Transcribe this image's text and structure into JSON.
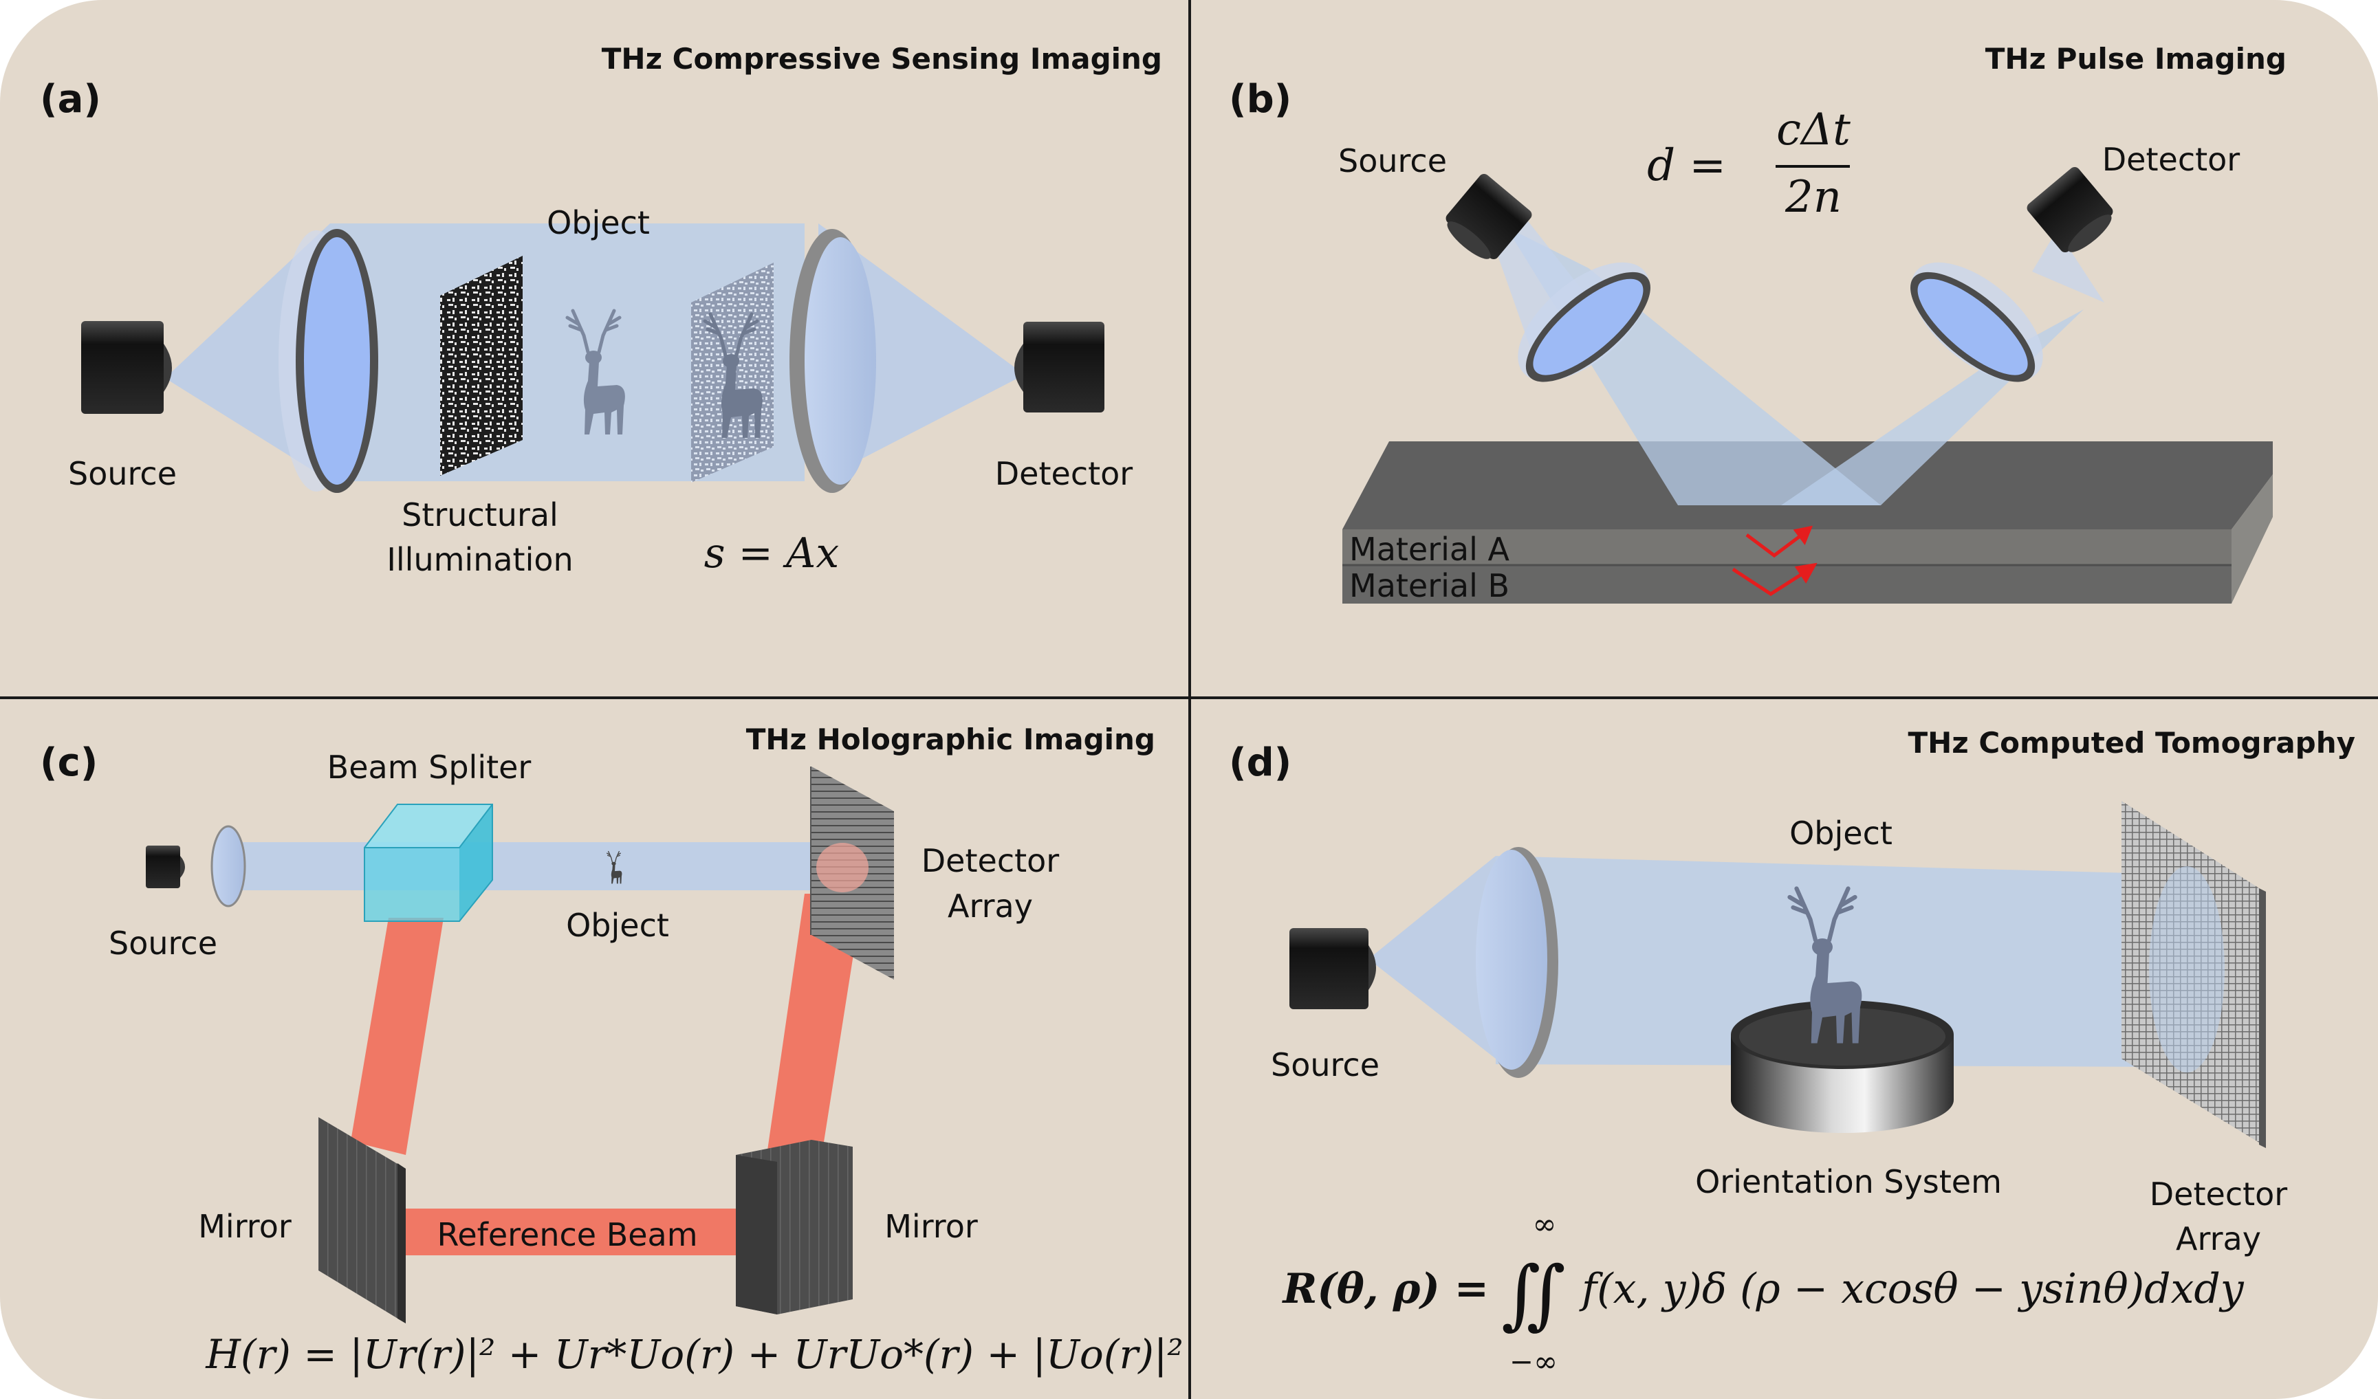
{
  "colors": {
    "background": "#e3d9cc",
    "beam_blue": "#b8cdea",
    "lens_face": "#9dbaf5",
    "beam_red": "#f07865",
    "cube": "#5fd0e6",
    "red_arrow": "#e51d1d",
    "slab_top": "#5f5f5f",
    "slab_side": "#777673"
  },
  "panel_a": {
    "id": "(a)",
    "title": "THz Compressive Sensing Imaging",
    "source": "Source",
    "detector": "Detector",
    "object": "Object",
    "illum_line1": "Structural",
    "illum_line2": "Illumination",
    "equation": "s = Ax"
  },
  "panel_b": {
    "id": "(b)",
    "title": "THz Pulse Imaging",
    "source": "Source",
    "detector": "Detector",
    "eq_lhs": "d =",
    "eq_num": "cΔt",
    "eq_den": "2n",
    "material_a": "Material A",
    "material_b": "Material B"
  },
  "panel_c": {
    "id": "(c)",
    "title": "THz Holographic Imaging",
    "beam_splitter": "Beam Spliter",
    "source": "Source",
    "object": "Object",
    "detector_line1": "Detector",
    "detector_line2": "Array",
    "mirror_left": "Mirror",
    "mirror_right": "Mirror",
    "reference_beam": "Reference Beam",
    "equation": "H(r) = |Ur(r)|² + Ur*Uo(r) + UrUo*(r) + |Uo(r)|²"
  },
  "panel_d": {
    "id": "(d)",
    "title": "THz Computed Tomography",
    "object": "Object",
    "source": "Source",
    "orientation": "Orientation System",
    "detector_line1": "Detector",
    "detector_line2": "Array",
    "eq_lhs": "R(θ, ρ) =",
    "eq_upper": "∞",
    "eq_lower": "−∞",
    "eq_integral": "∬",
    "eq_rhs": "f(x, y)δ (ρ − xcosθ − ysinθ)dxdy"
  }
}
